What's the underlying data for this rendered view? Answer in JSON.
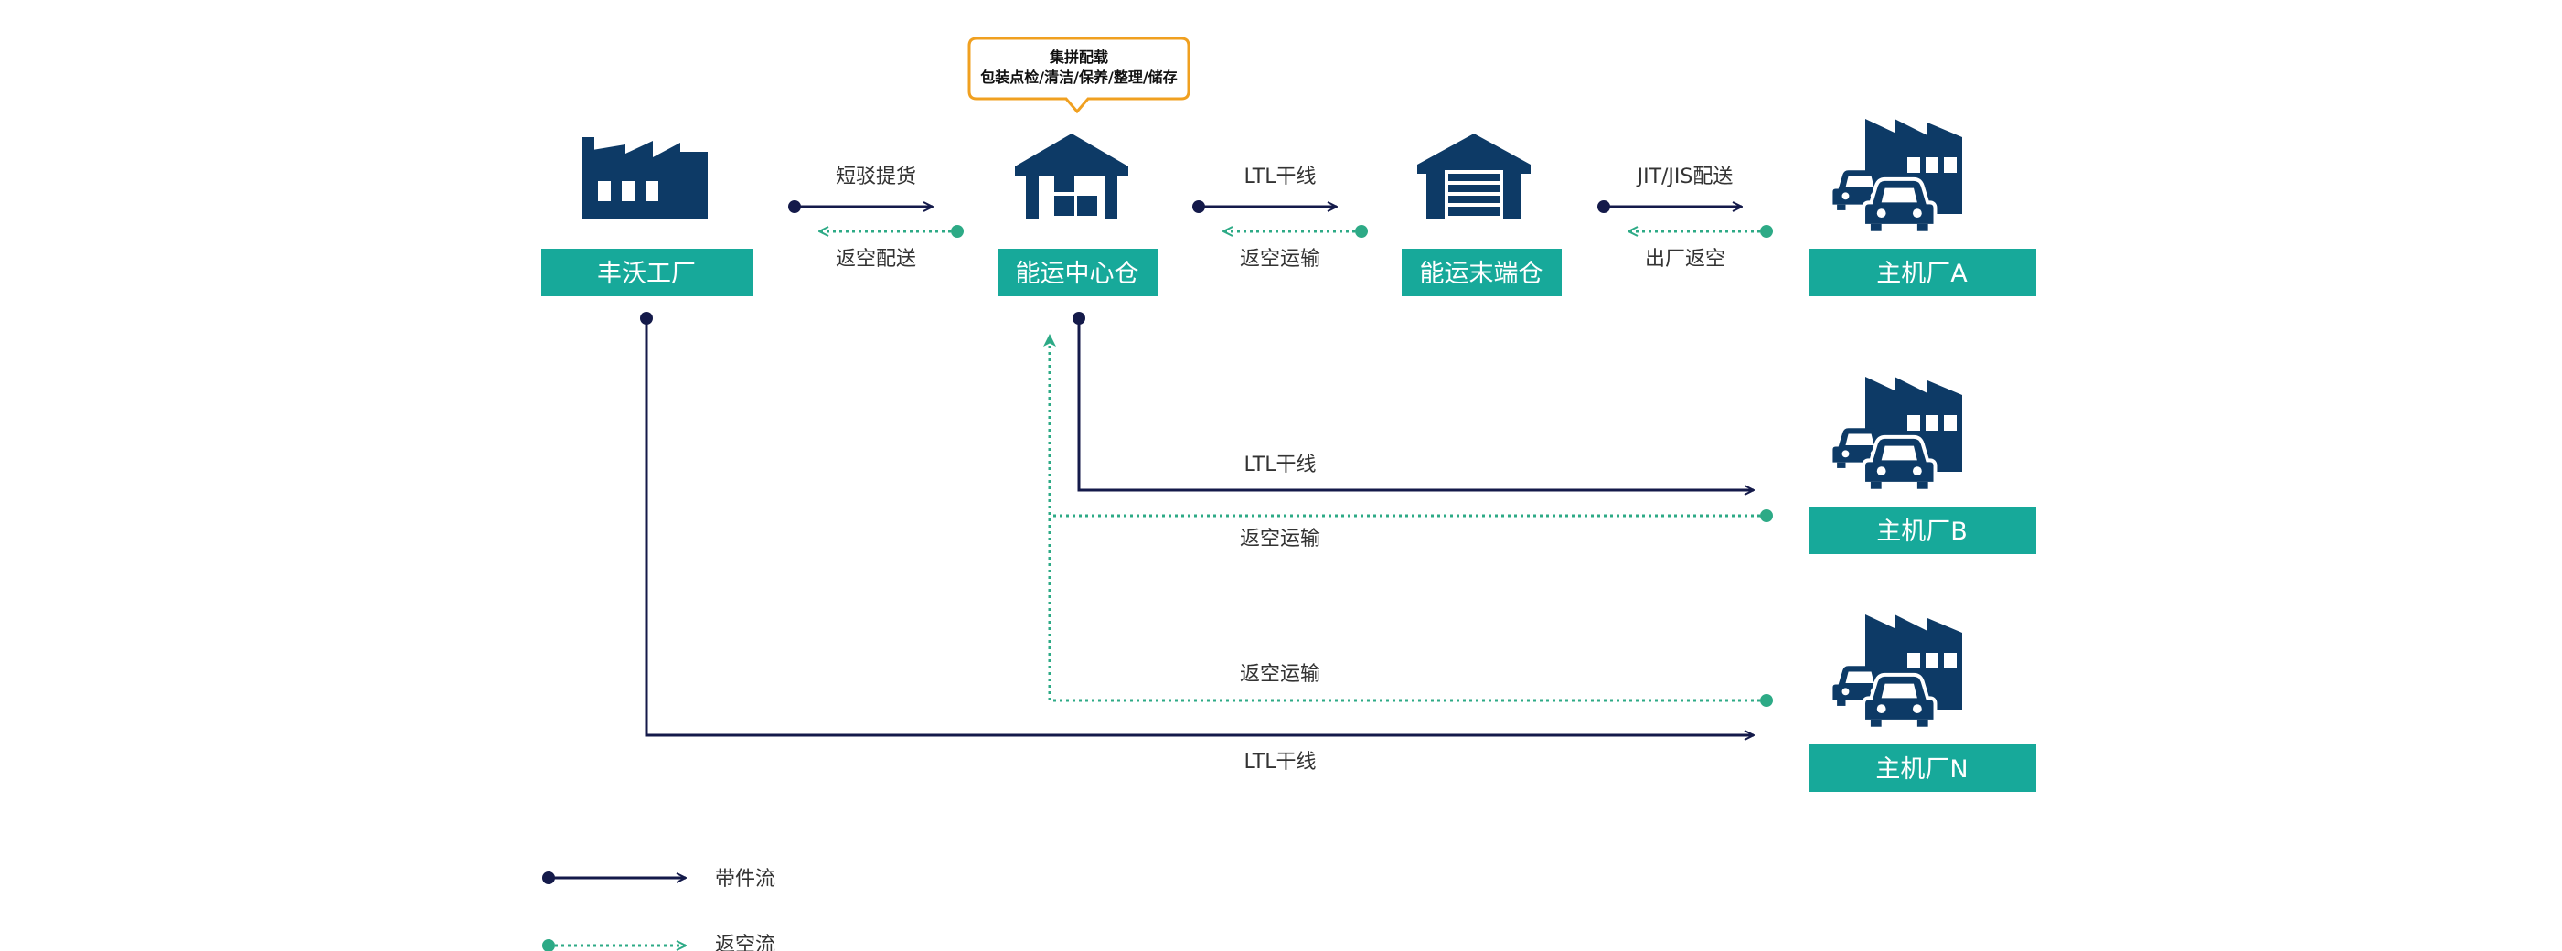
{
  "nodes": {
    "fengwo": {
      "label": "丰沃工厂"
    },
    "center": {
      "label": "能运中心仓"
    },
    "terminal": {
      "label": "能运末端仓"
    },
    "oem_a": {
      "label": "主机厂A"
    },
    "oem_b": {
      "label": "主机厂B"
    },
    "oem_n": {
      "label": "主机厂N"
    }
  },
  "callout": {
    "line1": "集拼配载",
    "line2": "包装点检/清洁/保养/整理/储存"
  },
  "flows": {
    "f1_top": "短驳提货",
    "f1_bottom": "返空配送",
    "f2_top": "LTL干线",
    "f2_bottom": "返空运输",
    "f3_top": "JIT/JIS配送",
    "f3_bottom": "出厂返空",
    "b_ltl": "LTL干线",
    "b_return": "返空运输",
    "n_return": "返空运输",
    "n_ltl": "LTL干线"
  },
  "legend": {
    "loaded": "带件流",
    "empty": "返空流"
  },
  "colors": {
    "navy": "#0d3a66",
    "teal": "#17a99a",
    "loaded_line": "#141a4a",
    "empty_line": "#2daa86",
    "callout_border": "#f0a020"
  },
  "icons": [
    "factory-icon",
    "warehouse-icon",
    "garage-icon",
    "oem-plant-icon"
  ]
}
